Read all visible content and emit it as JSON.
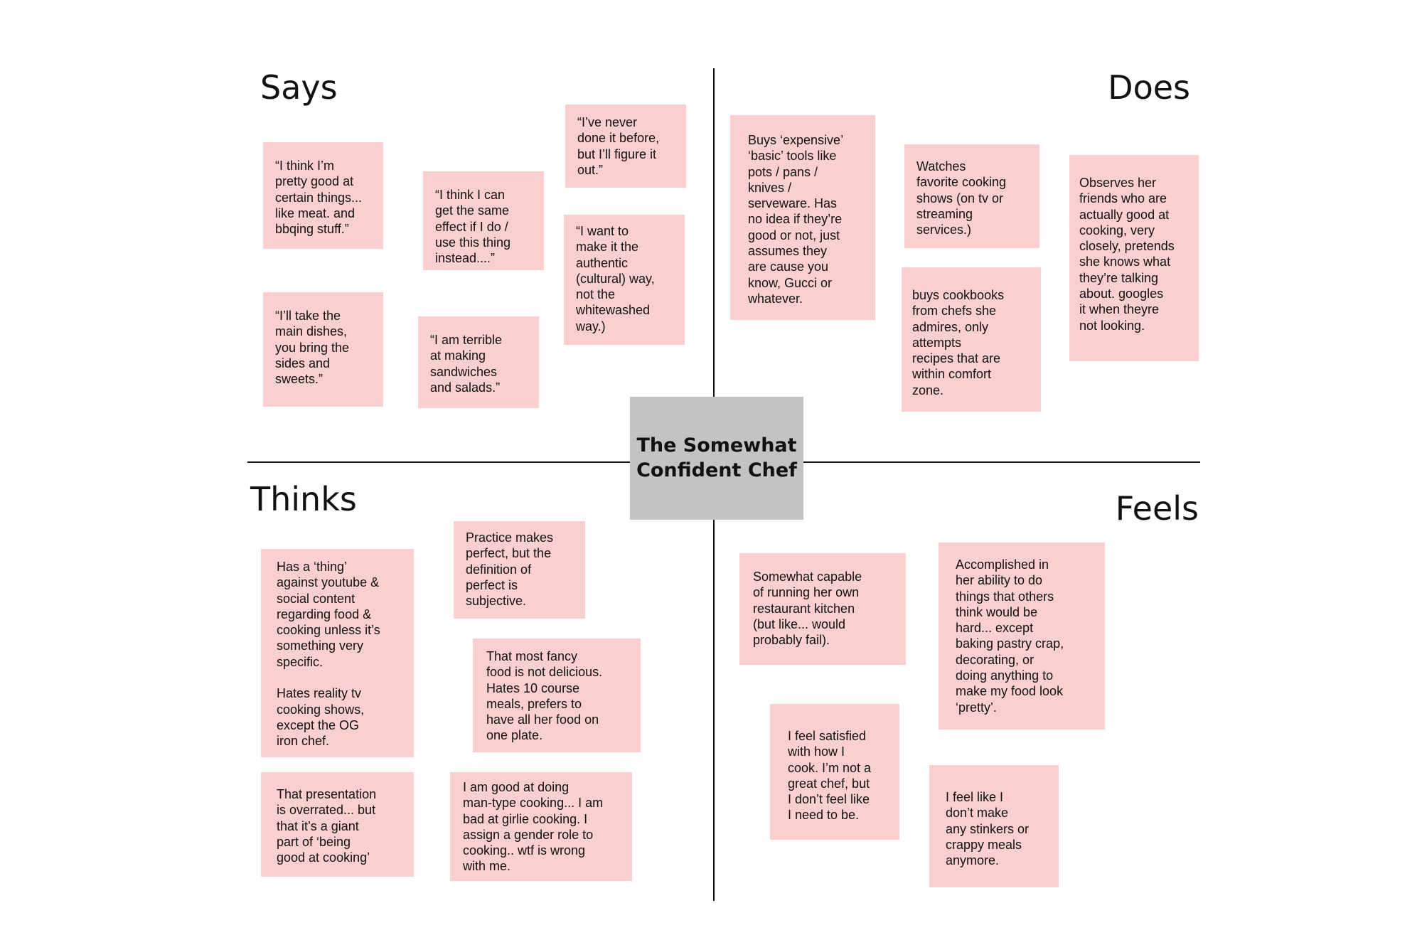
{
  "center": {
    "title": "The Somewhat\nConfident Chef"
  },
  "colors": {
    "note": "#f9d0cf",
    "center": "#c3c3c3",
    "lines": "#111111"
  },
  "quadrants": {
    "says": {
      "title": "Says",
      "notes": [
        "“I think I’m\npretty good at\ncertain things...\nlike meat. and\nbbqing stuff.”",
        "“I think I can\nget the same\neffect if I do /\nuse this thing\ninstead....”",
        "“I’ve never\ndone it before,\nbut I’ll figure it\nout.”",
        "“I want to\nmake it the\nauthentic\n(cultural) way,\nnot the\nwhitewashed\nway.)",
        "“I’ll take the\nmain dishes,\nyou bring the\nsides and\nsweets.”",
        "“I am terrible\nat making\nsandwiches\nand salads.”"
      ]
    },
    "does": {
      "title": "Does",
      "notes": [
        "Buys ‘expensive’\n‘basic’ tools like\npots / pans /\nknives /\nserveware. Has\nno idea if they’re\ngood or not, just\nassumes they\nare cause you\nknow, Gucci or\nwhatever.",
        "Watches\nfavorite cooking\nshows (on tv or\nstreaming\nservices.)",
        "buys cookbooks\nfrom chefs she\nadmires, only\nattempts\nrecipes that are\nwithin comfort\nzone.",
        "Observes her\nfriends who are\nactually good at\ncooking, very\nclosely, pretends\nshe knows what\nthey’re talking\nabout. googles\nit when theyre\nnot looking."
      ]
    },
    "thinks": {
      "title": "Thinks",
      "notes": [
        "Has a ‘thing’\nagainst youtube &\nsocial content\nregarding food &\ncooking unless it’s\nsomething very\nspecific.\n\nHates reality tv\ncooking shows,\nexcept the OG\niron chef.",
        "Practice makes\nperfect, but the\ndefinition of\nperfect is\nsubjective.",
        "That most fancy\nfood is not delicious.\nHates 10 course\nmeals, prefers to\nhave all her food on\none plate.",
        "That presentation\nis overrated... but\nthat it’s a giant\npart of ‘being\ngood at cooking’",
        "I am good at doing\nman-type cooking... I am\nbad at girlie cooking.  I\nassign a gender role to\ncooking.. wtf is wrong\nwith me."
      ]
    },
    "feels": {
      "title": "Feels",
      "notes": [
        "Somewhat capable\nof running her own\nrestaurant kitchen\n(but like... would\nprobably fail).",
        "Accomplished in\nher ability to do\nthings that others\nthink would be\nhard... except\nbaking pastry crap,\ndecorating, or\ndoing anything to\nmake my food look\n‘pretty’.",
        "I feel satisfied\nwith how I\ncook. I’m not a\ngreat chef, but\nI don’t feel like\nI need to be.",
        "I feel like I\ndon’t make\nany stinkers or\ncrappy meals\nanymore."
      ]
    }
  }
}
